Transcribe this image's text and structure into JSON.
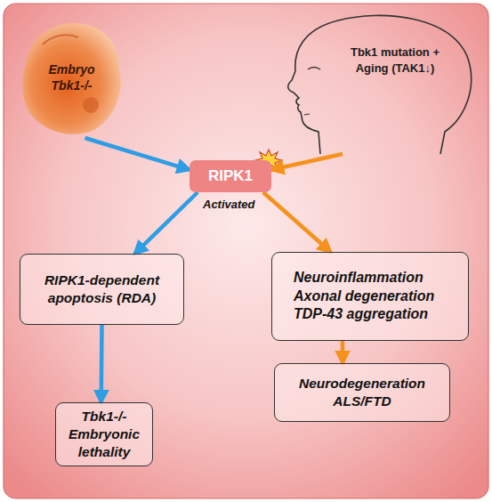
{
  "diagram": {
    "nodes": [
      {
        "text": [
          "Embryo Tbk1-/-"
        ]
      },
      {
        "text": [
          "Tbk1 mutation + Aging (TAK1↓)"
        ]
      },
      {
        "text": [
          "RIPK1"
        ]
      },
      {
        "text": [
          "RIPK1-dependent apoptosis (RDA)"
        ]
      },
      {
        "text": [
          "Neuroinflammation Axonal degeneration TDP-43 aggregation"
        ]
      },
      {
        "text": [
          "Tbk1-/- Embryonic lethality"
        ]
      },
      {
        "text": [
          "Neurodegeneration ALS/FTD"
        ]
      }
    ],
    "edges": [
      {
        "from": 0,
        "to": 2,
        "arrow": "to"
      },
      {
        "from": 1,
        "to": 2,
        "arrow": "to"
      },
      {
        "from": 2,
        "to": 3,
        "arrow": "to"
      },
      {
        "from": 2,
        "to": 4,
        "arrow": "to"
      },
      {
        "from": 3,
        "to": 5,
        "arrow": "to"
      },
      {
        "from": 4,
        "to": 6,
        "arrow": "to"
      }
    ],
    "labels": [
      "Activated"
    ]
  }
}
